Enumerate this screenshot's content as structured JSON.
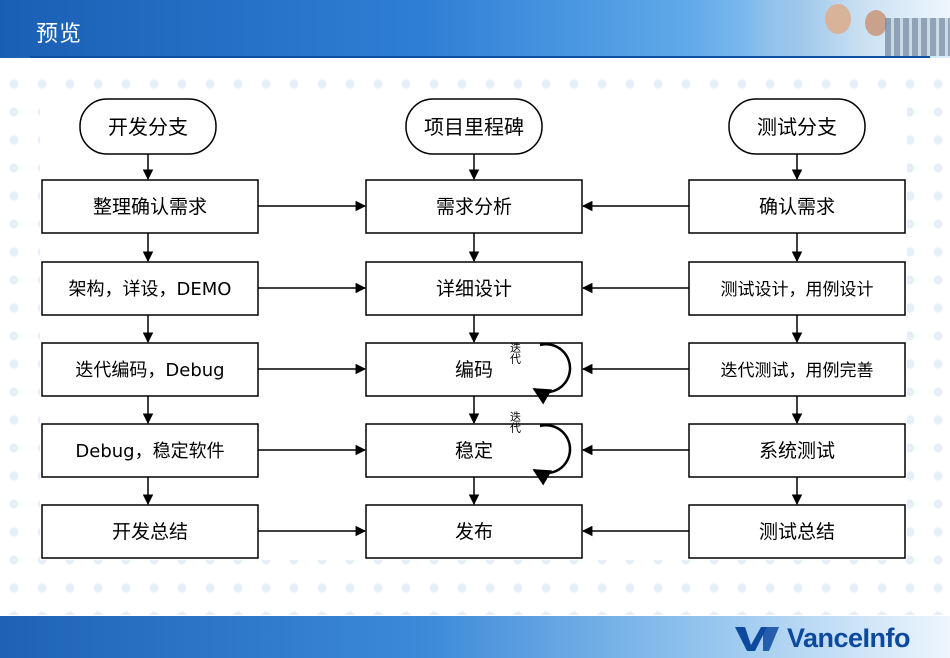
{
  "header": {
    "title": "预览"
  },
  "logo": {
    "text": "VanceInfo"
  },
  "diagram": {
    "lanes": [
      "开发分支",
      "项目里程碑",
      "测试分支"
    ],
    "rows": [
      [
        "整理确认需求",
        "需求分析",
        "确认需求"
      ],
      [
        "架构，详设，DEMO",
        "详细设计",
        "测试设计，用例设计"
      ],
      [
        "迭代编码，Debug",
        "编码",
        "迭代测试，用例完善"
      ],
      [
        "Debug，稳定软件",
        "稳定",
        "系统测试"
      ],
      [
        "开发总结",
        "发布",
        "测试总结"
      ]
    ],
    "loop_label": "迭代"
  }
}
